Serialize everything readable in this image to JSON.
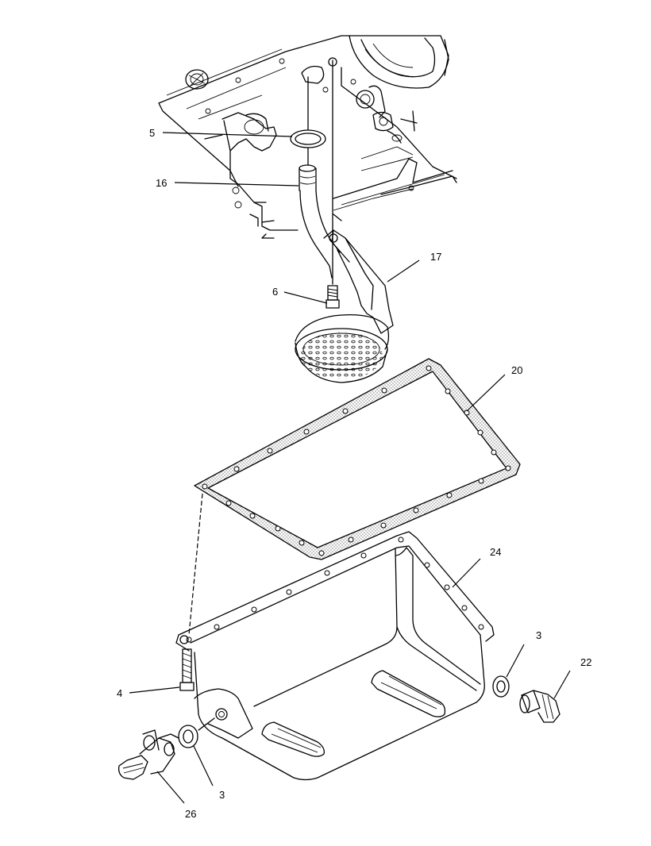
{
  "callouts": {
    "c5": "5",
    "c16": "16",
    "c17": "17",
    "c6": "6",
    "c20": "20",
    "c24": "24",
    "c3a": "3",
    "c22": "22",
    "c4": "4",
    "c3b": "3",
    "c26": "26"
  },
  "colors": {
    "line": "#000000",
    "background": "#ffffff",
    "gasket_fill": "#d8d8d8"
  }
}
